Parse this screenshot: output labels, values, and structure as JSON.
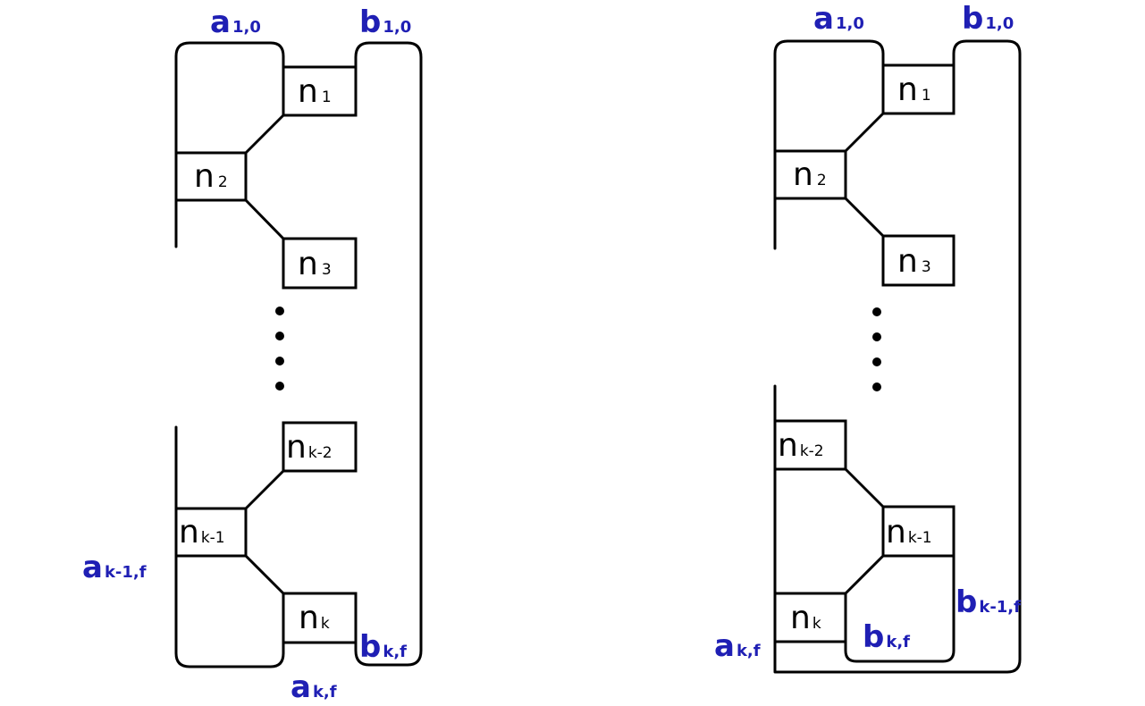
{
  "colors": {
    "line": "#000000",
    "label": "#1f1fb4"
  },
  "left": {
    "top_a": {
      "main": "a",
      "sub": "1,0"
    },
    "top_b": {
      "main": "b",
      "sub": "1,0"
    },
    "nodes": [
      {
        "main": "n",
        "sub": "1"
      },
      {
        "main": "n",
        "sub": "2"
      },
      {
        "main": "n",
        "sub": "3"
      },
      {
        "main": "n",
        "sub": "k-2"
      },
      {
        "main": "n",
        "sub": "k-1"
      },
      {
        "main": "n",
        "sub": "k"
      }
    ],
    "a_km1_f": {
      "main": "a",
      "sub": "k-1,f"
    },
    "b_k_f": {
      "main": "b",
      "sub": "k,f"
    },
    "a_k_f": {
      "main": "a",
      "sub": "k,f"
    }
  },
  "right": {
    "top_a": {
      "main": "a",
      "sub": "1,0"
    },
    "top_b": {
      "main": "b",
      "sub": "1,0"
    },
    "nodes": [
      {
        "main": "n",
        "sub": "1"
      },
      {
        "main": "n",
        "sub": "2"
      },
      {
        "main": "n",
        "sub": "3"
      },
      {
        "main": "n",
        "sub": "k-2"
      },
      {
        "main": "n",
        "sub": "k-1"
      },
      {
        "main": "n",
        "sub": "k"
      }
    ],
    "b_km1_f": {
      "main": "b",
      "sub": "k-1,f"
    },
    "b_k_f": {
      "main": "b",
      "sub": "k,f"
    },
    "a_k_f": {
      "main": "a",
      "sub": "k,f"
    }
  }
}
